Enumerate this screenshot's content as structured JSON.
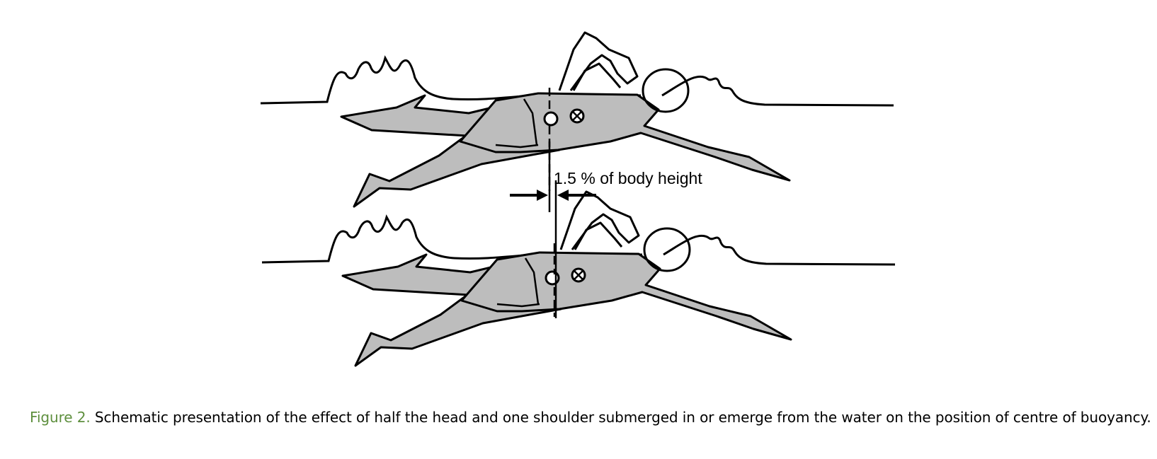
{
  "figure": {
    "measurement_label": "1.5 % of body height",
    "colors": {
      "body_fill": "#bdbdbd",
      "stroke": "#000000"
    }
  },
  "caption": {
    "label": "Figure 2.",
    "text": "Schematic presentation of the effect of half the head and one shoulder submerged in or emerge from the water on the position of centre of buoyancy.",
    "label_color": "#5e8f3e"
  }
}
